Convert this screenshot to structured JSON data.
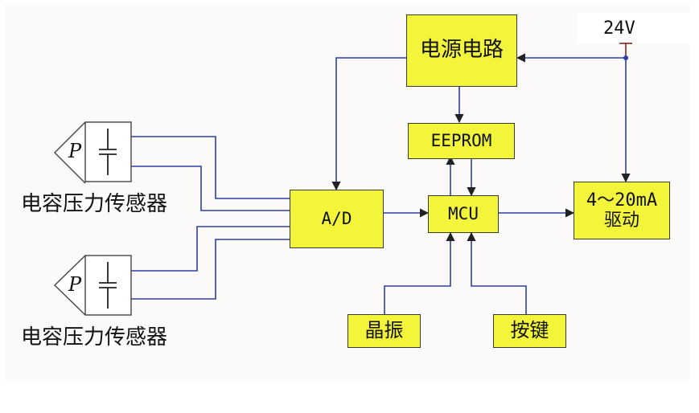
{
  "blocks": {
    "power": "电源电路",
    "eeprom": "EEPROM",
    "adc": "A/D",
    "mcu": "MCU",
    "driver_line1": "4～20mA",
    "driver_line2": "驱动",
    "crystal": "晶振",
    "keys": "按键"
  },
  "supply_voltage": "24V",
  "sensors": [
    {
      "symbol": "P",
      "label": "电容压力传感器"
    },
    {
      "symbol": "P",
      "label": "电容压力传感器"
    }
  ],
  "colors": {
    "block_fill": "#f2f53a",
    "wire": "#2b3fa8",
    "supply_wire": "#8a1f1f",
    "background_panel": "#fcf9f9"
  }
}
